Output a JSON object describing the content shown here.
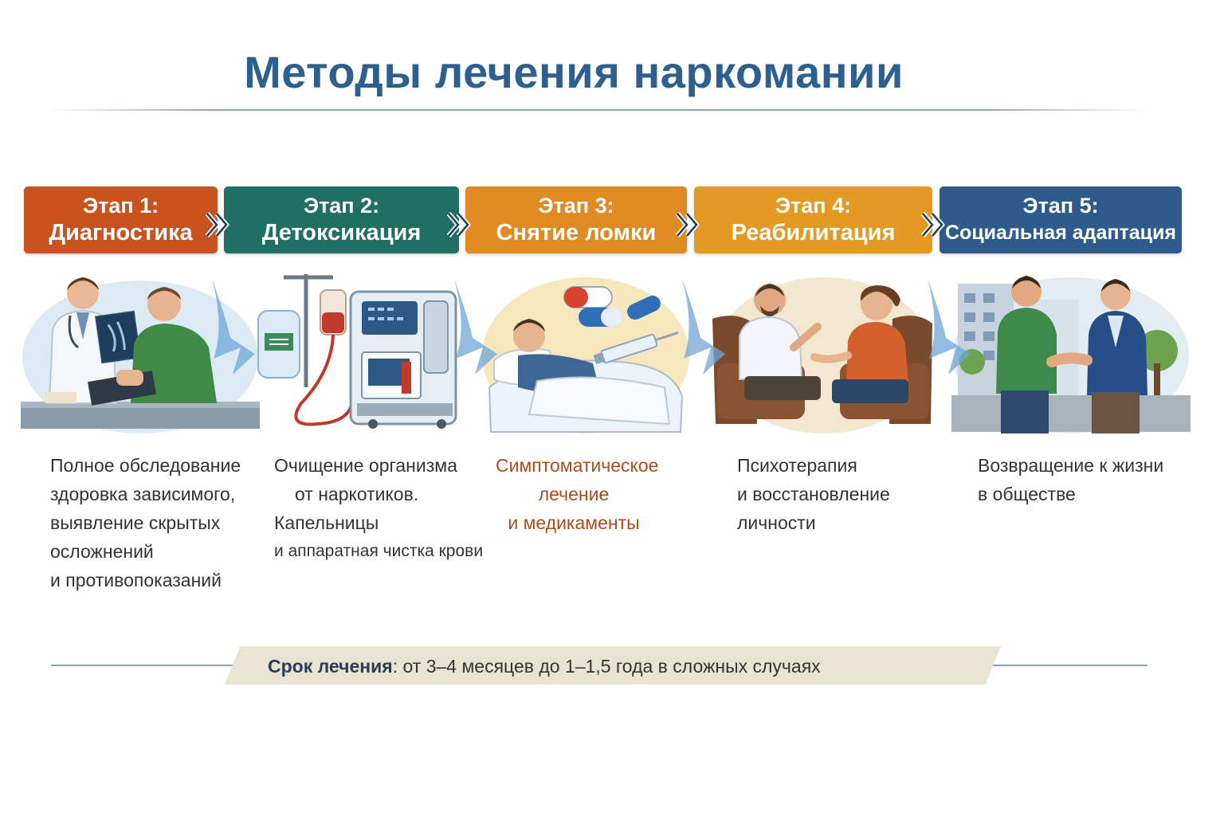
{
  "title": "Методы лечения наркомании",
  "colors": {
    "stage1": "#c9531f",
    "stage2": "#1f6f63",
    "stage3": "#e08a22",
    "stage4": "#e39a23",
    "stage5": "#2e5a8c",
    "title": "#2d5f8f"
  },
  "stages": [
    {
      "number": "Этап 1:",
      "name": "Диагностика",
      "icon": "doctor-patient-xray-icon",
      "desc": [
        "Полное обследование",
        "здоровка зависимого,",
        "выявление скрытых",
        "осложнений",
        "и противопоказаний"
      ]
    },
    {
      "number": "Этап 2:",
      "name": "Детоксикация",
      "icon": "iv-drip-dialysis-machine-icon",
      "desc": [
        "Очищение организма",
        "от наркотиков.",
        "Капельницы",
        "и аппаратная чистка крови"
      ]
    },
    {
      "number": "Этап 3:",
      "name": "Снятие ломки",
      "icon": "patient-pills-syringe-icon",
      "desc": [
        "Симптоматическое",
        "лечение",
        "и медикаменты"
      ]
    },
    {
      "number": "Этап 4:",
      "name": "Реабилитация",
      "icon": "therapy-session-icon",
      "desc": [
        "Психотерапия",
        "и восстановление",
        "личности"
      ]
    },
    {
      "number": "Этап 5:",
      "name": "Социальная адаптация",
      "icon": "handshake-city-icon",
      "desc": [
        "Возвращение к жизни",
        "в обществе"
      ]
    }
  ],
  "footer": {
    "label": "Срок лечения",
    "text": ": от 3–4 месяцев до 1–1,5 года в сложных случаях"
  }
}
